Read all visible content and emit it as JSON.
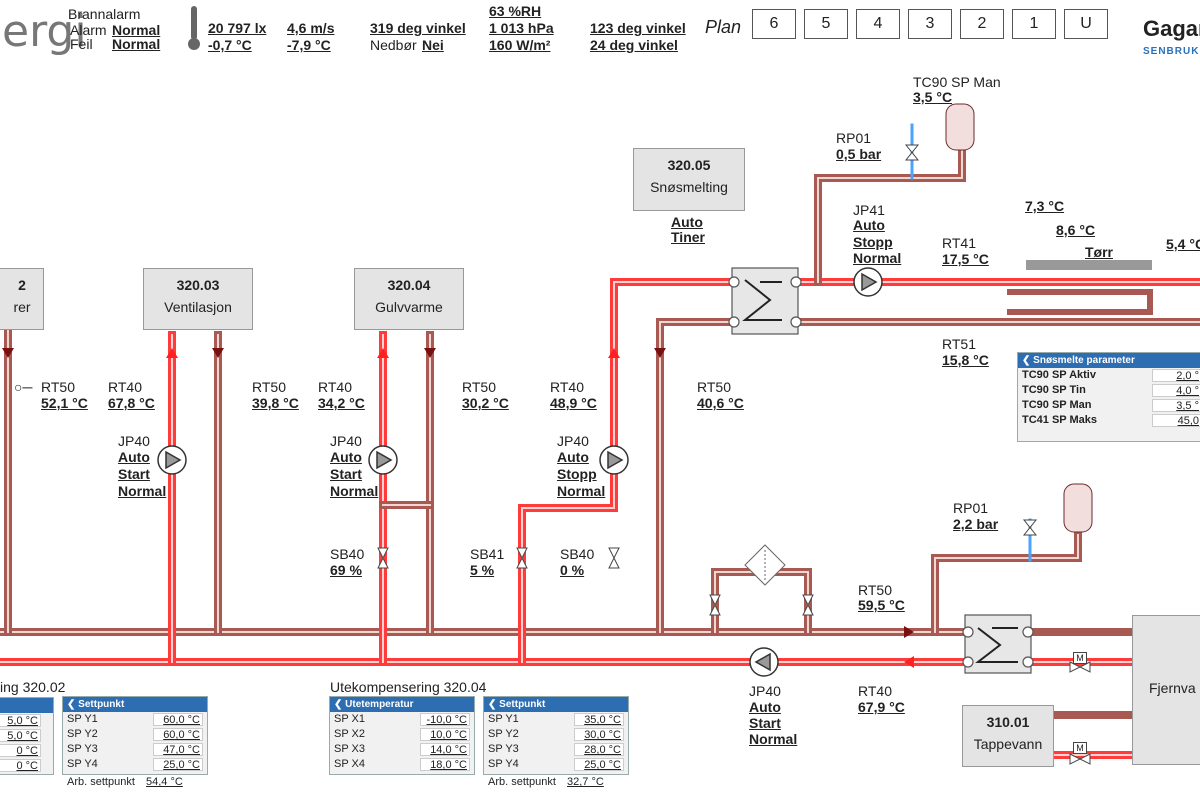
{
  "header": {
    "logo_text": "ergi",
    "alarms": {
      "brann": "Brannalarm",
      "alarm_label": "Alarm",
      "alarm_value": "Normal",
      "feil_label": "Feil",
      "feil_value": "Normal"
    },
    "weather": {
      "lux": "20 797 lx",
      "temp": "-0,7 °C",
      "wind": "4,6 m/s",
      "wind_chill": "-7,9 °C",
      "wind_dir": "319 deg vinkel",
      "precip_label": "Nedbør",
      "precip_value": "Nei",
      "humidity": "63 %RH",
      "pressure": "1 013 hPa",
      "radiation": "160 W/m²",
      "sun1": "123 deg vinkel",
      "sun2": "24 deg vinkel"
    },
    "plan_label": "Plan",
    "plan_buttons": [
      "6",
      "5",
      "4",
      "3",
      "2",
      "1",
      "U"
    ],
    "brand": "Gagar",
    "brand_sub": "SENBRUK"
  },
  "circuits": {
    "c0202": {
      "title": "2",
      "subtitle": "rer",
      "rt50": "52,1 °C"
    },
    "c0203": {
      "title": "320.03",
      "subtitle": "Ventilasjon",
      "rt40_label": "RT40",
      "rt40": "67,8 °C",
      "rt50_label": "RT50",
      "rt50": "39,8 °C",
      "pump": "JP40",
      "mode": "Auto",
      "state": "Start",
      "status": "Normal"
    },
    "c0204": {
      "title": "320.04",
      "subtitle": "Gulvvarme",
      "rt40_label": "RT40",
      "rt40": "34,2 °C",
      "rt50_label": "RT50",
      "rt50": "30,2 °C",
      "pump": "JP40",
      "mode": "Auto",
      "state": "Start",
      "status": "Normal",
      "valve": "SB40",
      "valve_val": "69 %"
    },
    "c0205": {
      "title": "320.05",
      "subtitle": "Snøsmelting",
      "mode": "Auto",
      "timer": "Tiner",
      "rt40_label": "RT40",
      "rt40": "48,9 °C",
      "rt50_label": "RT50",
      "rt50": "40,6 °C",
      "pump": "JP40",
      "pmode": "Auto",
      "state": "Stopp",
      "status": "Normal",
      "sb41": "SB41",
      "sb41_val": "5 %",
      "sb40": "SB40",
      "sb40_val": "0 %"
    }
  },
  "snow": {
    "tc90": "TC90 SP Man",
    "tc90_val": "3,5 °C",
    "rp01": "RP01",
    "rp01_val": "0,5 bar",
    "jp41": "JP41",
    "jp41_mode": "Auto",
    "jp41_state": "Stopp",
    "jp41_status": "Normal",
    "rt41": "RT41",
    "rt41_val": "17,5 °C",
    "rt51": "RT51",
    "rt51_val": "15,8 °C",
    "t1": "7,3 °C",
    "t2": "8,6 °C",
    "t2_label": "Tørr",
    "t3": "5,4 °C"
  },
  "snow_panel": {
    "title": "Snøsmelte parameter",
    "rows": [
      {
        "label": "TC90 SP Aktiv",
        "value": "2,0 °"
      },
      {
        "label": "TC90 SP Tin",
        "value": "4,0 °"
      },
      {
        "label": "TC90 SP Man",
        "value": "3,5 °"
      },
      {
        "label": "TC41 SP Maks",
        "value": "45,0"
      }
    ]
  },
  "primary": {
    "rp01": "RP01",
    "rp01_val": "2,2 bar",
    "rt50": "RT50",
    "rt50_val": "59,5 °C",
    "rt40": "RT40",
    "rt40_val": "67,9 °C",
    "jp40": "JP40",
    "jp40_mode": "Auto",
    "jp40_state": "Start",
    "jp40_status": "Normal",
    "fjernvarme": "Fjernva",
    "tappevann_title": "310.01",
    "tappevann_sub": "Tappevann",
    "m1": "M",
    "m2": "M"
  },
  "panels": {
    "left_title": "ing 320.02",
    "left_sp": {
      "title": "Settpunkt",
      "rows": [
        {
          "label": "SP Y1",
          "value": "60,0 °C"
        },
        {
          "label": "SP Y2",
          "value": "60,0 °C"
        },
        {
          "label": "SP Y3",
          "value": "47,0 °C"
        },
        {
          "label": "SP Y4",
          "value": "25,0 °C"
        }
      ],
      "arb_label": "Arb. settpunkt",
      "arb_value": "54,4 °C"
    },
    "left_x": [
      "5,0 °C",
      "5,0 °C",
      "0 °C",
      "0 °C"
    ],
    "mid_title": "Utekompensering 320.04",
    "ute": {
      "title": "Utetemperatur",
      "rows": [
        {
          "label": "SP X1",
          "value": "-10,0 °C"
        },
        {
          "label": "SP X2",
          "value": "10,0 °C"
        },
        {
          "label": "SP X3",
          "value": "14,0 °C"
        },
        {
          "label": "SP X4",
          "value": "18,0 °C"
        }
      ]
    },
    "mid_sp": {
      "title": "Settpunkt",
      "rows": [
        {
          "label": "SP Y1",
          "value": "35,0 °C"
        },
        {
          "label": "SP Y2",
          "value": "30,0 °C"
        },
        {
          "label": "SP Y3",
          "value": "28,0 °C"
        },
        {
          "label": "SP Y4",
          "value": "25,0 °C"
        }
      ],
      "arb_label": "Arb. settpunkt",
      "arb_value": "32,7 °C"
    }
  },
  "colors": {
    "supply": "#ff3b3b",
    "return": "#a85a52"
  }
}
